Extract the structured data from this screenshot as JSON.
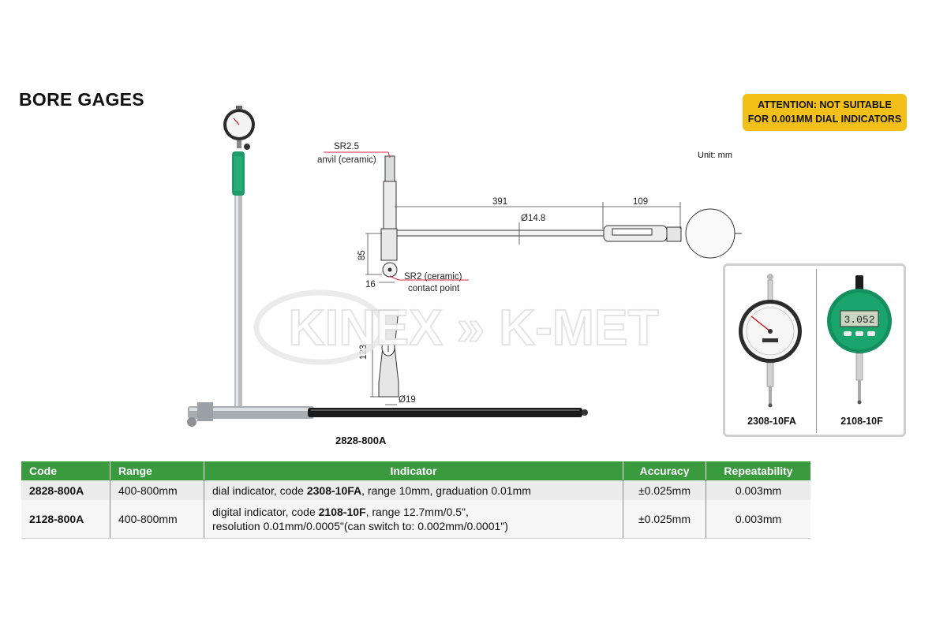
{
  "header": {
    "title": "BORE GAGES",
    "attention_line1": "ATTENTION: NOT SUITABLE",
    "attention_line2": "FOR 0.001MM DIAL INDICATORS",
    "unit": "Unit: mm"
  },
  "drawing": {
    "anvil_dim": "SR2.5",
    "anvil_label": "anvil (ceramic)",
    "length_main": "391",
    "length_handle": "109",
    "diameter_rod": "Ø14.8",
    "height_head": "85",
    "width_head": "16",
    "contact_dim": "SR2 (ceramic)",
    "contact_label": "contact point",
    "height_body": "123",
    "diameter_body": "Ø19",
    "model_label": "2828-800A"
  },
  "watermark": {
    "text": "KINEX  »  K-MET"
  },
  "indicators": [
    {
      "code": "2308-10FA",
      "type": "dial"
    },
    {
      "code": "2108-10F",
      "type": "digital",
      "display": "3.052"
    }
  ],
  "table": {
    "headers": [
      "Code",
      "Range",
      "Indicator",
      "Accuracy",
      "Repeatability"
    ],
    "rows": [
      {
        "code": "2828-800A",
        "range": "400-800mm",
        "ind_prefix": "dial indicator, code ",
        "ind_code": "2308-10FA",
        "ind_suffix": ", range 10mm, graduation 0.01mm",
        "ind_line2": "",
        "accuracy": "±0.025mm",
        "repeatability": "0.003mm"
      },
      {
        "code": "2128-800A",
        "range": "400-800mm",
        "ind_prefix": "digital indicator, code ",
        "ind_code": "2108-10F",
        "ind_suffix": ", range 12.7mm/0.5\",",
        "ind_line2": "resolution 0.01mm/0.0005\"(can switch to: 0.002mm/0.0001\")",
        "accuracy": "±0.025mm",
        "repeatability": "0.003mm"
      }
    ]
  },
  "colors": {
    "accent_green": "#3a9a3e",
    "attention_yellow": "#f3c019",
    "dim_red": "#d9263a",
    "grip_green": "#1f9a6a"
  }
}
